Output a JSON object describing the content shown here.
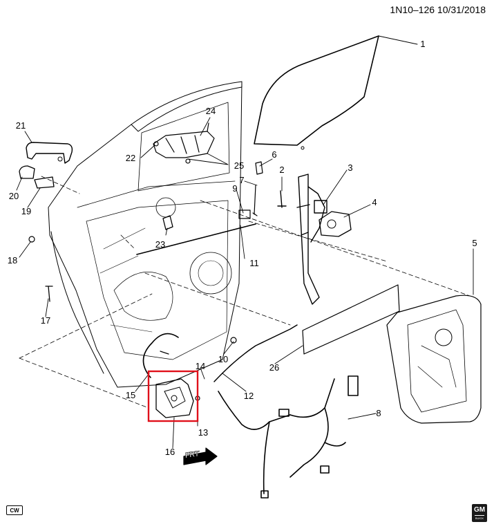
{
  "header": {
    "ref": "1N10–126  10/31/2018"
  },
  "badges": {
    "cw": "CW",
    "gm": "GM",
    "gm_sub": "BUICK"
  },
  "frt": "FRT",
  "callouts": [
    {
      "id": "c1",
      "label": "1"
    },
    {
      "id": "c2",
      "label": "2"
    },
    {
      "id": "c3",
      "label": "3"
    },
    {
      "id": "c4",
      "label": "4"
    },
    {
      "id": "c5",
      "label": "5"
    },
    {
      "id": "c6",
      "label": "6"
    },
    {
      "id": "c7",
      "label": "7"
    },
    {
      "id": "c8",
      "label": "8"
    },
    {
      "id": "c9",
      "label": "9"
    },
    {
      "id": "c10",
      "label": "10"
    },
    {
      "id": "c11",
      "label": "11"
    },
    {
      "id": "c12",
      "label": "12"
    },
    {
      "id": "c13",
      "label": "13"
    },
    {
      "id": "c14",
      "label": "14"
    },
    {
      "id": "c15",
      "label": "15"
    },
    {
      "id": "c16",
      "label": "16"
    },
    {
      "id": "c17",
      "label": "17"
    },
    {
      "id": "c18",
      "label": "18"
    },
    {
      "id": "c19",
      "label": "19"
    },
    {
      "id": "c20",
      "label": "20"
    },
    {
      "id": "c21",
      "label": "21"
    },
    {
      "id": "c22",
      "label": "22"
    },
    {
      "id": "c23",
      "label": "23"
    },
    {
      "id": "c24",
      "label": "24"
    },
    {
      "id": "c25",
      "label": "25"
    },
    {
      "id": "c26",
      "label": "26"
    }
  ],
  "highlight_color": "#e0101a"
}
